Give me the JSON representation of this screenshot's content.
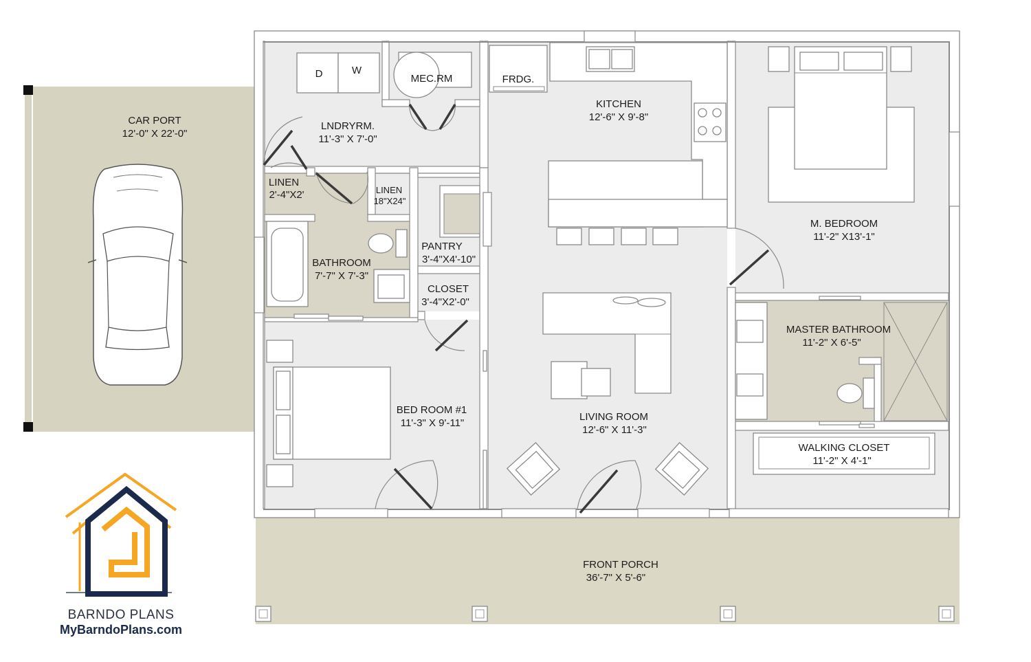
{
  "colors": {
    "carport_fill": "#d7d3c1",
    "porch_fill": "#dcd8c6",
    "interior_floor": "#ececec",
    "tile_floor": "#dad6c7",
    "wall": "#ffffff",
    "wall_line": "#8a8a8a",
    "logo_orange": "#f5a623",
    "logo_navy": "#1b2a4a"
  },
  "rooms": {
    "carport": {
      "name": "CAR PORT",
      "dims": "12'-0\" X 22'-0\""
    },
    "laundry": {
      "name": "LNDRYRM.",
      "dims": "11'-3\" X 7'-0\""
    },
    "mech": {
      "name": "MEC.RM"
    },
    "washer": "W",
    "dryer": "D",
    "fridge": "FRDG.",
    "kitchen": {
      "name": "KITCHEN",
      "dims": "12'-6\" X 9'-8\""
    },
    "master_bedroom": {
      "name": "M. BEDROOM",
      "dims": "11'-2\" X13'-1\""
    },
    "linen1": {
      "name": "LINEN",
      "dims": "2'-4\"X2'"
    },
    "linen2": {
      "name": "LINEN",
      "dims": "18\"X24\""
    },
    "pantry": {
      "name": "PANTRY",
      "dims": "3'-4\"X4'-10\""
    },
    "bathroom": {
      "name": "BATHROOM",
      "dims": "7'-7\" X 7'-3\""
    },
    "closet": {
      "name": "CLOSET",
      "dims": "3'-4\"X2'-0\""
    },
    "master_bath": {
      "name": "MASTER BATHROOM",
      "dims": "11'-2\" X 6'-5\""
    },
    "bedroom1": {
      "name": "BED ROOM #1",
      "dims": "11'-3\" X 9'-11\""
    },
    "living": {
      "name": "LIVING ROOM",
      "dims": "12'-6\" X 11'-3\""
    },
    "walk_closet": {
      "name": "WALKING CLOSET",
      "dims": "11'-2\" X 4'-1\""
    },
    "porch": {
      "name": "FRONT PORCH",
      "dims": "36'-7\" X 5'-6\""
    }
  },
  "brand": {
    "name": "BARNDO PLANS",
    "url": "MyBarndoPlans.com"
  }
}
